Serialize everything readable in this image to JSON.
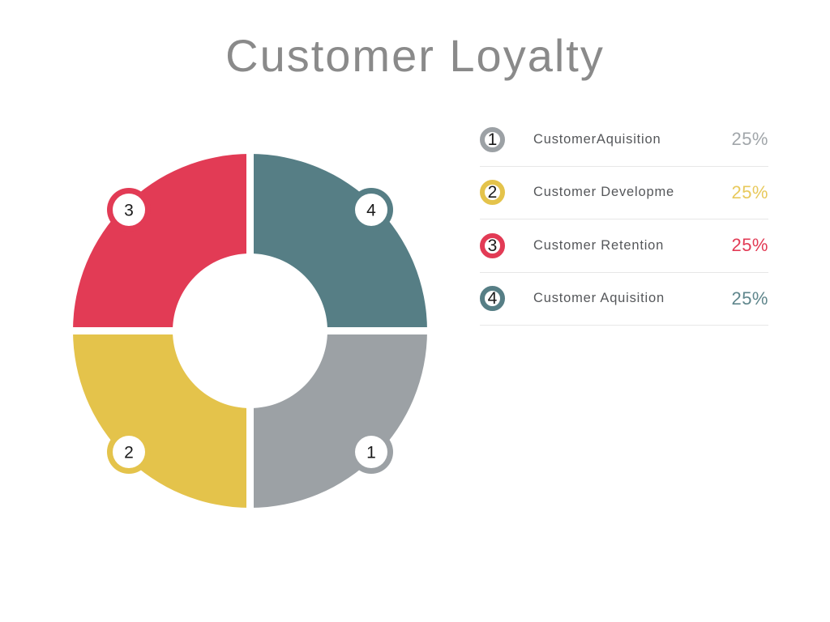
{
  "title": "Customer Loyalty",
  "title_color": "#8A8A8A",
  "background_color": "#FFFFFF",
  "divider_color": "#E7E7E7",
  "chart_data": {
    "type": "pie",
    "subtype": "donut",
    "title": "Customer Loyalty",
    "unit": "%",
    "total": 100,
    "legend_position": "right",
    "labels_on_chart": "numbered circular badges 1-4 placed at 45 degrees on each quadrant",
    "segments": [
      {
        "id": "1",
        "label": "CustomerAquisition",
        "value": 25,
        "percent_label": "25%",
        "color": "#9CA1A5",
        "percent_color": "#A1A6AA",
        "position": "bottom-right"
      },
      {
        "id": "2",
        "label": "Customer Developme",
        "value": 25,
        "percent_label": "25%",
        "color": "#E4C34B",
        "percent_color": "#E8C95C",
        "position": "bottom-left"
      },
      {
        "id": "3",
        "label": "Customer Retention",
        "value": 25,
        "percent_label": "25%",
        "color": "#E23B55",
        "percent_color": "#E23B55",
        "position": "top-left"
      },
      {
        "id": "4",
        "label": "Customer Aquisition",
        "value": 25,
        "percent_label": "25%",
        "color": "#567E85",
        "percent_color": "#5F868C",
        "position": "top-right"
      }
    ]
  }
}
